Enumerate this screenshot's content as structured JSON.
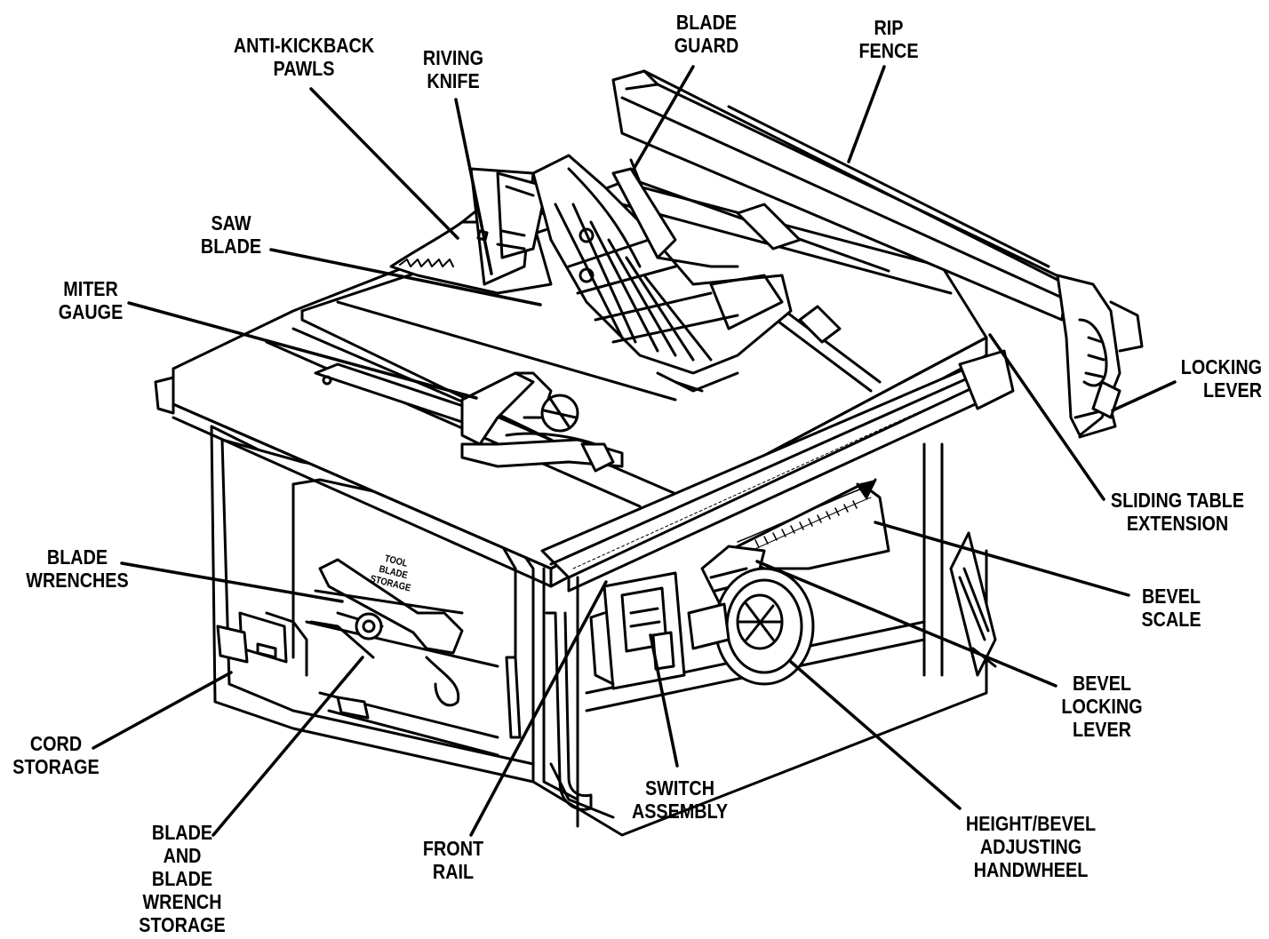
{
  "labels": {
    "anti_kickback_pawls": [
      "ANTI-KICKBACK",
      "PAWLS"
    ],
    "riving_knife": [
      "RIVING",
      "KNIFE"
    ],
    "blade_guard": [
      "BLADE",
      "GUARD"
    ],
    "rip_fence": [
      "RIP",
      "FENCE"
    ],
    "saw_blade": [
      "SAW",
      "BLADE"
    ],
    "miter_gauge": [
      "MITER",
      "GAUGE"
    ],
    "locking_lever": [
      "LOCKING",
      "LEVER"
    ],
    "sliding_table_extension": [
      "SLIDING TABLE",
      "EXTENSION"
    ],
    "blade_wrenches": [
      "BLADE",
      "WRENCHES"
    ],
    "bevel_scale": [
      "BEVEL",
      "SCALE"
    ],
    "bevel_locking_lever": [
      "BEVEL",
      "LOCKING",
      "LEVER"
    ],
    "cord_storage": [
      "CORD",
      "STORAGE"
    ],
    "switch_assembly": [
      "SWITCH",
      "ASSEMBLY"
    ],
    "height_bevel_adjusting_handwheel": [
      "HEIGHT/BEVEL",
      "ADJUSTING",
      "HANDWHEEL"
    ],
    "front_rail": [
      "FRONT",
      "RAIL"
    ],
    "blade_and_blade_wrench_storage": [
      "BLADE",
      "AND",
      "BLADE",
      "WRENCH",
      "STORAGE"
    ]
  },
  "panel_text": [
    "TOOL",
    "BLADE",
    "STORAGE"
  ],
  "colors": {
    "ink": "#000000",
    "paper": "#ffffff"
  }
}
